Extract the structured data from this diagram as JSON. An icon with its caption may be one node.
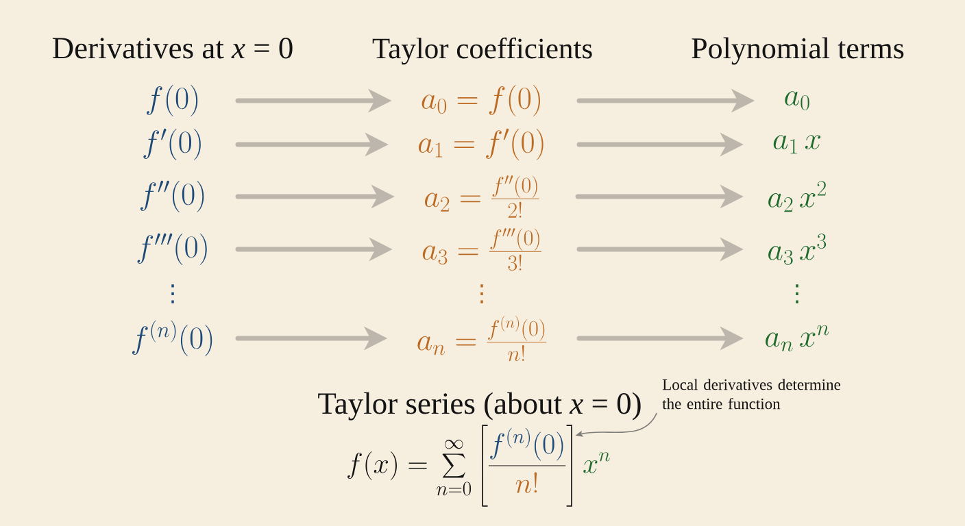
{
  "diagram": {
    "nodes": [
      {
        "text": [
          "f(0)"
        ]
      },
      {
        "text": [
          "a_{0} = f(0)"
        ]
      },
      {
        "text": [
          "a_{0}"
        ]
      },
      {
        "text": [
          "f'(0)"
        ]
      },
      {
        "text": [
          "a_{1} = f'(0)"
        ]
      },
      {
        "text": [
          "a_{1}\\, x"
        ]
      },
      {
        "text": [
          "f''(0)"
        ]
      },
      {
        "text": [
          "a_{2} = \\frac{f''(0)}{2!}"
        ]
      },
      {
        "text": [
          "a_{2}\\, x^{2}"
        ]
      },
      {
        "text": [
          "f'''(0)"
        ]
      },
      {
        "text": [
          "a_{3} = \\frac{f'''(0)}{3!}"
        ]
      },
      {
        "text": [
          "a_{3}\\, x^{3}"
        ]
      },
      {
        "text": [
          "f^{(n)}(0)"
        ]
      },
      {
        "text": [
          "a_{n} = \\frac{f^{(n)}(0)}{n!}"
        ]
      },
      {
        "text": [
          "a_{n}\\, x^{n}"
        ]
      },
      {
        "text": [
          "Local derivatives determine the entire function"
        ]
      },
      {
        "text": [
          "f(x) = \\sum_{n=0}^{\\infty} \\left[ \\frac{\\textcolor[HTML]{1E4A78}{f^{(n)}(0)}}{\\textcolor[HTML]{BC6A22}{n!}} \\right] \\textcolor[HTML]{1E6A2C}{x^{n}}"
        ]
      }
    ],
    "edges": [
      {
        "from": 0,
        "to": 1,
        "arrow": "to"
      },
      {
        "from": 1,
        "to": 2,
        "arrow": "to"
      },
      {
        "from": 3,
        "to": 4,
        "arrow": "to"
      },
      {
        "from": 4,
        "to": 5,
        "arrow": "to"
      },
      {
        "from": 6,
        "to": 7,
        "arrow": "to"
      },
      {
        "from": 7,
        "to": 8,
        "arrow": "to"
      },
      {
        "from": 9,
        "to": 10,
        "arrow": "to"
      },
      {
        "from": 10,
        "to": 11,
        "arrow": "to"
      },
      {
        "from": 12,
        "to": 13,
        "arrow": "to"
      },
      {
        "from": 13,
        "to": 14,
        "arrow": "to"
      },
      {
        "from": 15,
        "to": 16,
        "arrow": "to",
        "color": "#7f7d79"
      }
    ],
    "labels": [
      "Derivatives at *x* = 0",
      "Taylor coefficients",
      "Polynomial terms",
      "⋮",
      "⋮",
      "⋮",
      "Taylor series (about *x* = 0)"
    ]
  }
}
